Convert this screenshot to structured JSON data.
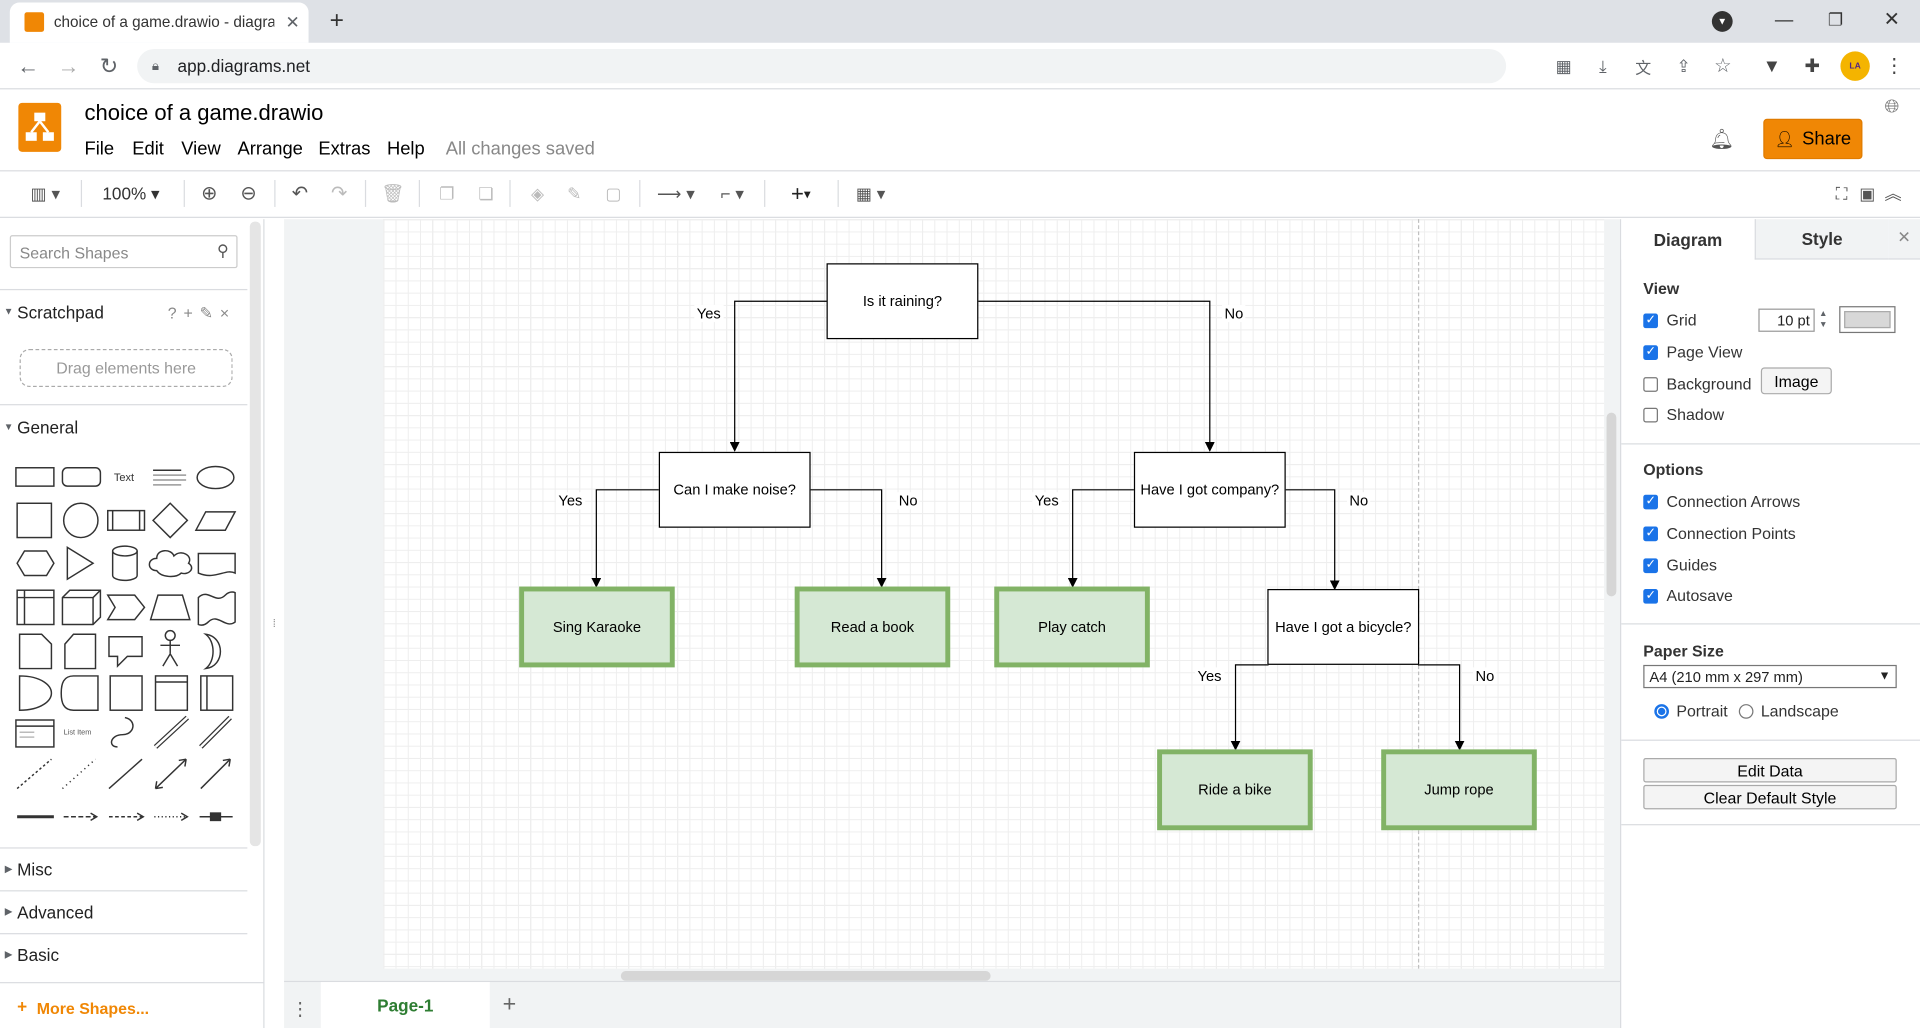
{
  "browser": {
    "tab_title": "choice of a game.drawio - diagra",
    "url": "app.diagrams.net"
  },
  "app": {
    "file_title": "choice of a game.drawio",
    "menu": [
      "File",
      "Edit",
      "View",
      "Arrange",
      "Extras",
      "Help"
    ],
    "save_status": "All changes saved",
    "share_label": "Share"
  },
  "toolbar": {
    "zoom": "100%"
  },
  "sidebar": {
    "search_placeholder": "Search Shapes",
    "scratchpad": "Scratchpad",
    "scratchpad_tools": "? + ✎ ×",
    "drag_hint": "Drag elements here",
    "general": "General",
    "text_shape": "Text",
    "list_item_shape": "List Item",
    "sections": [
      "Misc",
      "Advanced",
      "Basic"
    ],
    "more_shapes": "More Shapes..."
  },
  "diagram": {
    "nodes": {
      "q1": "Is it raining?",
      "q2": "Can I make noise?",
      "q3": "Have I got company?",
      "q4": "Have I got a bicycle?"
    },
    "leaves": {
      "karaoke": "Sing Karaoke",
      "book": "Read a book",
      "catch": "Play catch",
      "bike": "Ride a bike",
      "rope": "Jump rope"
    },
    "edge_labels": {
      "yes": "Yes",
      "no": "No"
    },
    "leaf_fill": "#d5e8d4",
    "leaf_stroke": "#82b366"
  },
  "pages": {
    "current": "Page-1"
  },
  "format_panel": {
    "tabs": [
      "Diagram",
      "Style"
    ],
    "view_heading": "View",
    "grid_label": "Grid",
    "grid_size": "10 pt",
    "page_view_label": "Page View",
    "background_label": "Background",
    "image_button": "Image",
    "shadow_label": "Shadow",
    "options_heading": "Options",
    "connection_arrows": "Connection Arrows",
    "connection_points": "Connection Points",
    "guides": "Guides",
    "autosave": "Autosave",
    "paper_size_heading": "Paper Size",
    "paper_size": "A4 (210 mm x 297 mm)",
    "portrait": "Portrait",
    "landscape": "Landscape",
    "edit_data": "Edit Data",
    "clear_default_style": "Clear Default Style"
  },
  "colors": {
    "accent": "#f08705",
    "checkbox": "#1a73e8",
    "page_tab_text": "#2e7d32"
  }
}
